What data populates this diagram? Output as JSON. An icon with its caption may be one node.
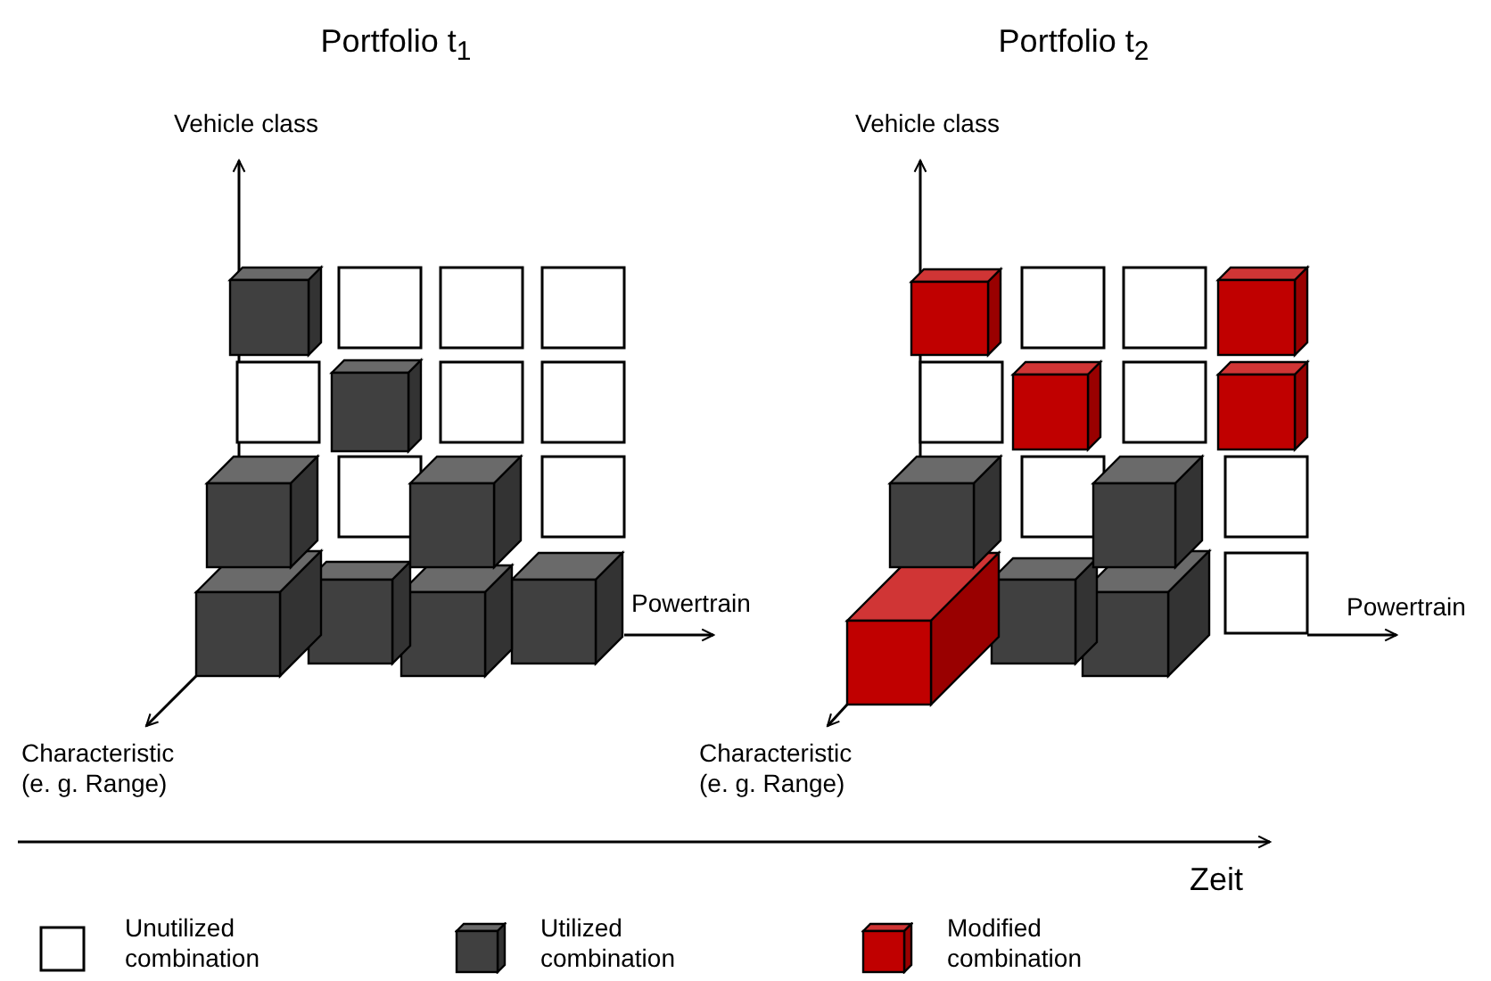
{
  "diagram": {
    "labels": [
      "Portfolio t$_{1}$",
      "Portfolio t$_{2}$",
      "Vehicle class",
      "Vehicle class",
      "Powertrain",
      "Powertrain",
      "Characteristic (e. g. Range)",
      "Characteristic (e. g. Range)",
      "Zeit"
    ],
    "legend": [
      {
        "text": "Unutilized combination"
      },
      {
        "text": "Utilized combination"
      },
      {
        "text": "Modified combination"
      }
    ]
  }
}
